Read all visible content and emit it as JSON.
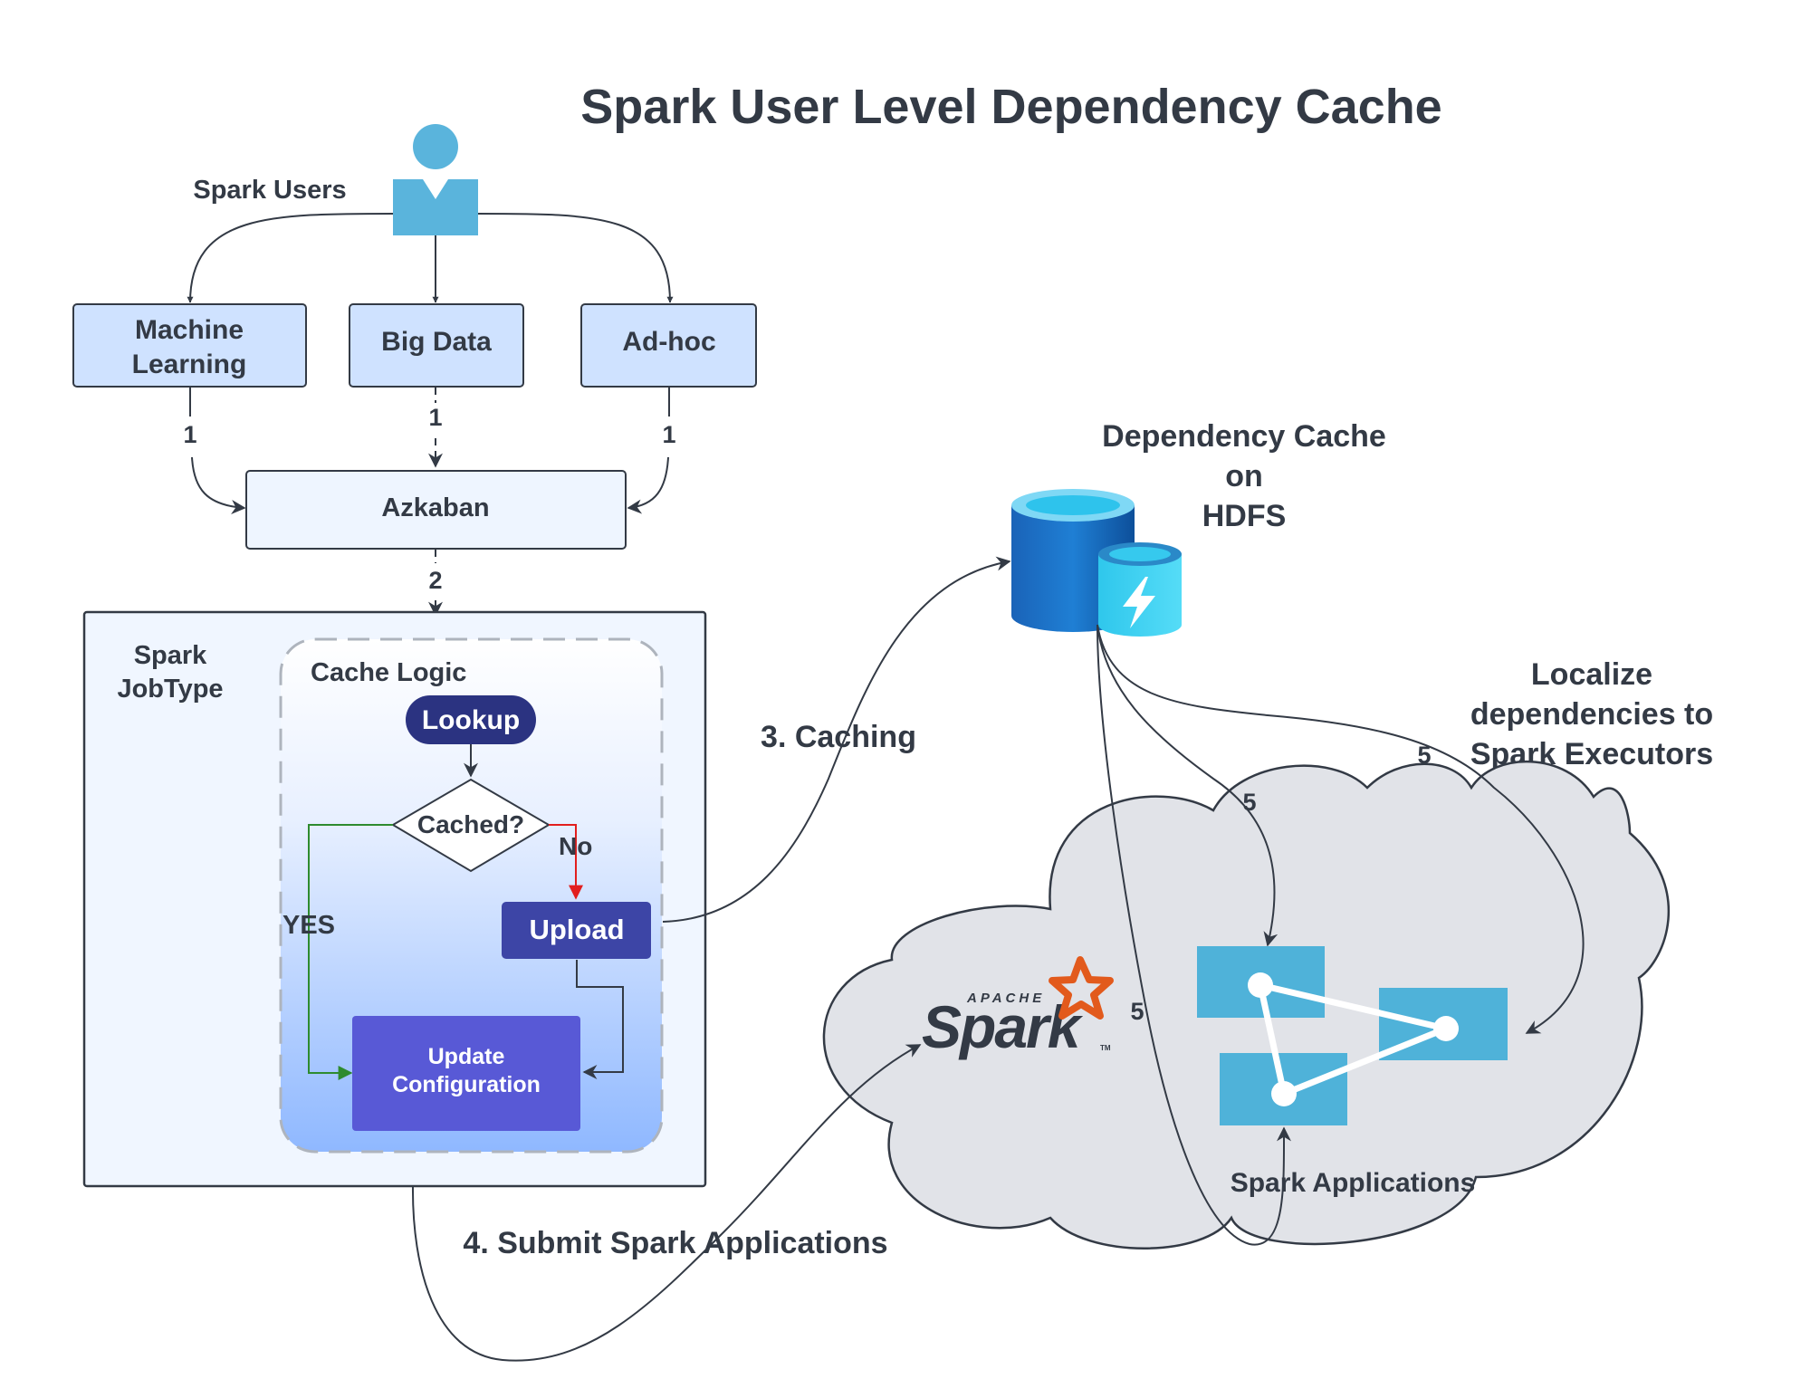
{
  "title": "Spark User Level Dependency Cache",
  "users": {
    "label": "Spark Users"
  },
  "user_groups": [
    {
      "lines": [
        "Machine",
        "Learning"
      ]
    },
    {
      "lines": [
        "Big Data"
      ]
    },
    {
      "lines": [
        "Ad-hoc"
      ]
    }
  ],
  "azkaban": "Azkaban",
  "step_labels": {
    "one": "1",
    "two": "2",
    "five": "5"
  },
  "jobtype": {
    "lines": [
      "Spark",
      "JobType"
    ]
  },
  "cache_logic": {
    "title": "Cache Logic",
    "lookup": "Lookup",
    "cached": "Cached?",
    "no": "No",
    "yes": "YES",
    "upload": "Upload",
    "update": [
      "Update",
      "Configuration"
    ]
  },
  "caching": "3. Caching",
  "submit": "4. Submit Spark Applications",
  "hdfs": {
    "lines": [
      "Dependency Cache",
      "on",
      "HDFS"
    ]
  },
  "localize": {
    "lines": [
      "Localize",
      "dependencies to",
      "Spark Executors"
    ]
  },
  "spark_logo": {
    "apache": "APACHE",
    "spark": "Spark",
    "tm": "TM"
  },
  "spark_apps": "Spark Applications",
  "colors": {
    "text": "#333a45",
    "group_fill": "#cfe2ff",
    "azkaban_fill": "#eef5ff",
    "jobtype_fill": "#f0f6ff",
    "navy": "#2b3381",
    "indigo": "#3d45a6",
    "purple": "#5859d6",
    "user_blue": "#5ab4dc",
    "app_blue": "#4fb2d9",
    "cloud_fill": "#e1e3e8",
    "yes_green": "#2e8b2e",
    "no_red": "#e21e1e",
    "spark_orange": "#e25a1c"
  }
}
